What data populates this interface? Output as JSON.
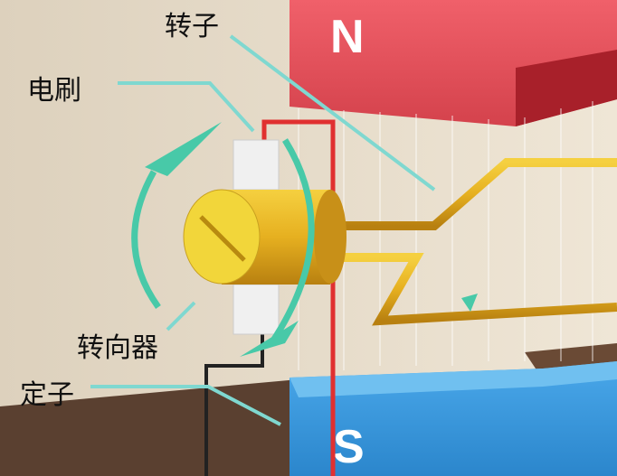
{
  "labels": {
    "rotor": "转子",
    "brush": "电刷",
    "commutator": "转向器",
    "stator": "定子"
  },
  "poles": {
    "north": "N",
    "south": "S"
  },
  "colors": {
    "north_magnet": "#e8505a",
    "south_magnet": "#3a9de0",
    "coil": "#e6b820",
    "arrows": "#48c9a8",
    "wire": "#e03030"
  }
}
